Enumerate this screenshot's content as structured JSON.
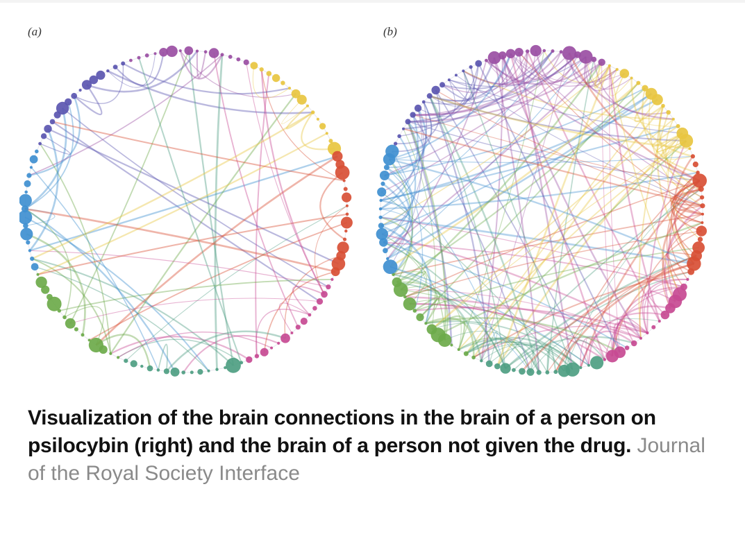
{
  "panels": [
    {
      "label": "(a)",
      "nodes_per_module": 15,
      "edges": 70,
      "edge_opacity": 0.42,
      "seed": 11
    },
    {
      "label": "(b)",
      "nodes_per_module": 15,
      "edges": 240,
      "edge_opacity": 0.38,
      "seed": 29
    }
  ],
  "modules": [
    {
      "color": "#9a4ea3",
      "icon": "purple-module"
    },
    {
      "color": "#e8c640",
      "icon": "yellow-module"
    },
    {
      "color": "#d84f35",
      "icon": "red-module"
    },
    {
      "color": "#c74a93",
      "icon": "magenta-module"
    },
    {
      "color": "#4e9e82",
      "icon": "teal-module"
    },
    {
      "color": "#6daa4a",
      "icon": "green-module"
    },
    {
      "color": "#3f8fd0",
      "icon": "blue-module"
    },
    {
      "color": "#5b56b0",
      "icon": "indigo-module"
    }
  ],
  "caption": {
    "main": "Visualization of the brain connections in the brain of a person on psilocybin (right) and the brain of a person not given the drug.",
    "source": "Journal of the Royal Society Interface"
  }
}
